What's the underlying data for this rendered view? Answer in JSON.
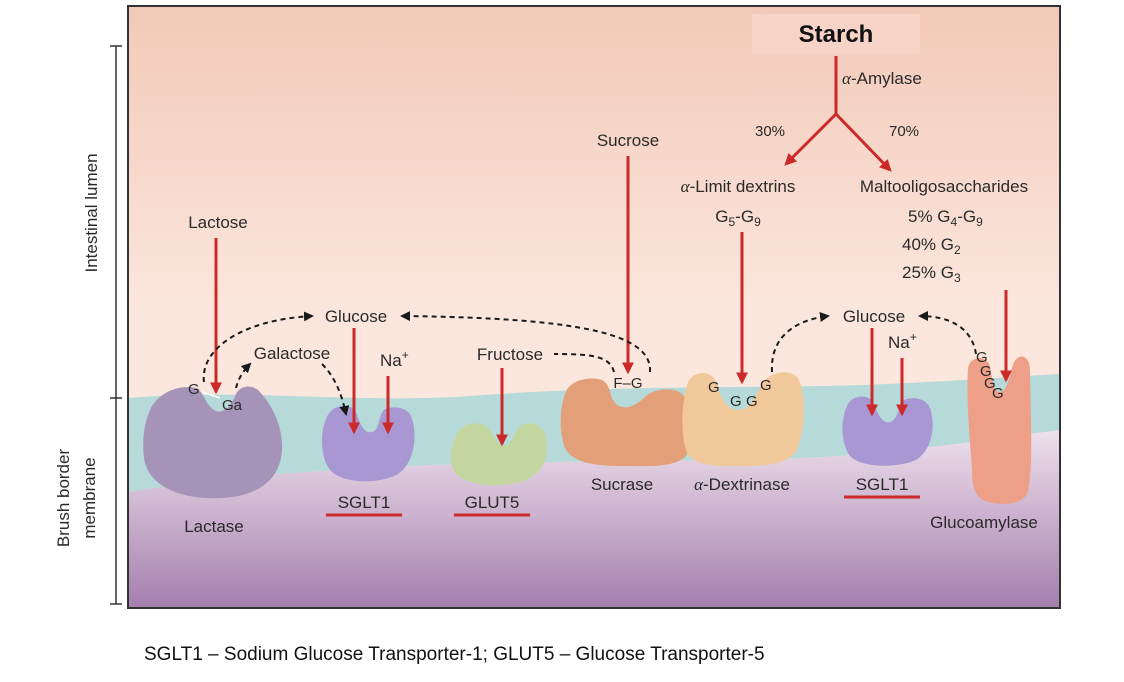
{
  "title": "Starch",
  "side_labels": {
    "lumen": "Intestinal lumen",
    "brush_line1": "Brush border",
    "brush_line2": "membrane"
  },
  "enzymes": {
    "lactase": "Lactase",
    "sucrase": "Sucrase",
    "dextrinase_alpha": "α",
    "dextrinase": "-Dextrinase",
    "glucoamylase": "Glucoamylase"
  },
  "transporters": {
    "sglt1_left": "SGLT1",
    "glut5": "GLUT5",
    "sglt1_right": "SGLT1"
  },
  "substrates": {
    "lactose": "Lactose",
    "sucrose": "Sucrose",
    "amylase_alpha": "α",
    "amylase": "-Amylase",
    "pct_30": "30%",
    "pct_70": "70%",
    "limit_dextrins_alpha": "α",
    "limit_dextrins": "-Limit dextrins",
    "limit_range_g1": "G",
    "limit_range_s1": "5",
    "limit_range_dash": "-G",
    "limit_range_s2": "9",
    "malto": "Maltooligosaccharides",
    "malto_l1_a": "5% G",
    "malto_l1_s1": "4",
    "malto_l1_b": "-G",
    "malto_l1_s2": "9",
    "malto_l2_a": "40% G",
    "malto_l2_s": "2",
    "malto_l3_a": "25% G",
    "malto_l3_s": "3"
  },
  "products": {
    "glucose_left": "Glucose",
    "galactose": "Galactose",
    "fructose": "Fructose",
    "na_left": "Na",
    "na_right": "Na",
    "plus": "+",
    "glucose_right": "Glucose"
  },
  "site_letters": {
    "lactase_g": "G",
    "lactase_ga": "Ga",
    "sucrase_fg": "F–G",
    "dex_g1": "G",
    "dex_g2": "G",
    "dex_g3": "G",
    "dex_g4": "G",
    "gluco_g1": "G",
    "gluco_g2": "G",
    "gluco_g3": "G",
    "gluco_g4": "G"
  },
  "caption": "SGLT1 – Sodium Glucose Transporter-1; GLUT5 – Glucose Transporter-5",
  "colors": {
    "lumen_top": "#f1c9b8",
    "membrane_band": "#b7dada",
    "cytosol_bottom": "#a77fae",
    "arrow_red": "#cc2a2a",
    "underline_red": "#cc2a2a",
    "sglt1": "#a897d2",
    "glut5": "#c4d6a0",
    "lactase": "#a693b8",
    "sucrase": "#e29f78",
    "dextrinase": "#f1c89a",
    "glucoamylase": "#ee9f88"
  }
}
